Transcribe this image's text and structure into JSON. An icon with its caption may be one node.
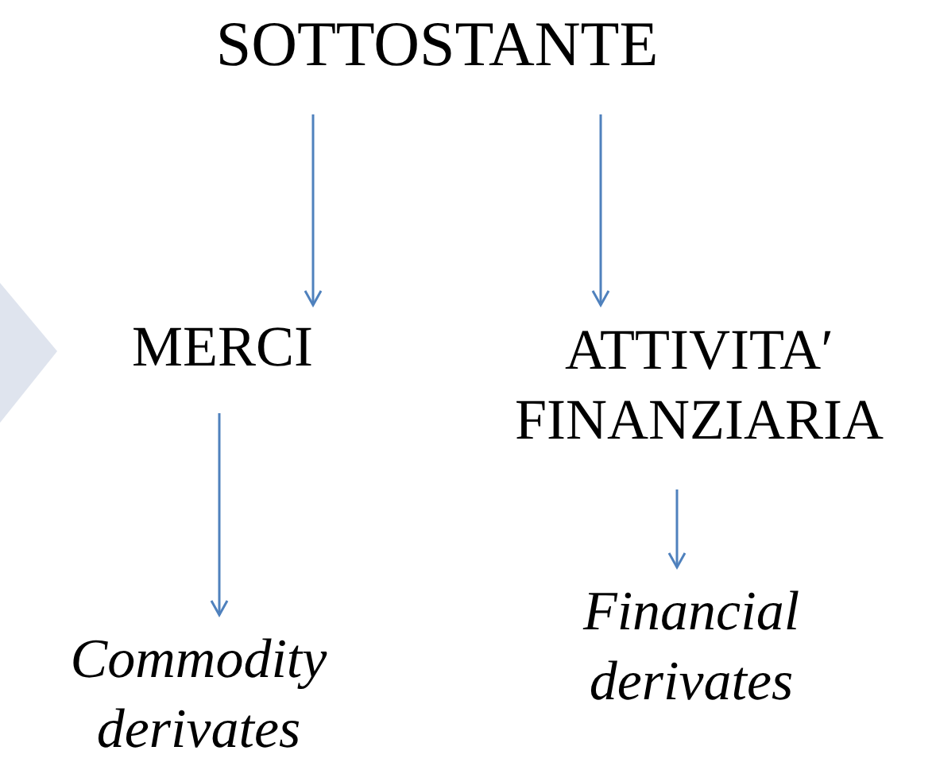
{
  "diagram": {
    "nodes": [
      {
        "text": [
          "SOTTOSTANTE"
        ]
      },
      {
        "text": [
          "MERCI"
        ]
      },
      {
        "text": [
          "ATTIVITA′ FINANZIARIA"
        ]
      },
      {
        "text": [
          "Commodity derivates"
        ]
      },
      {
        "text": [
          "Financial derivates"
        ]
      },
      {
        "text": [],
        "shape": "chevron"
      }
    ],
    "edges": [
      {
        "from": 0,
        "to": 1,
        "arrow": "to"
      },
      {
        "from": 0,
        "to": 2,
        "arrow": "to"
      },
      {
        "from": 1,
        "to": 3,
        "arrow": "to"
      },
      {
        "from": 2,
        "to": 4,
        "arrow": "to"
      }
    ]
  }
}
